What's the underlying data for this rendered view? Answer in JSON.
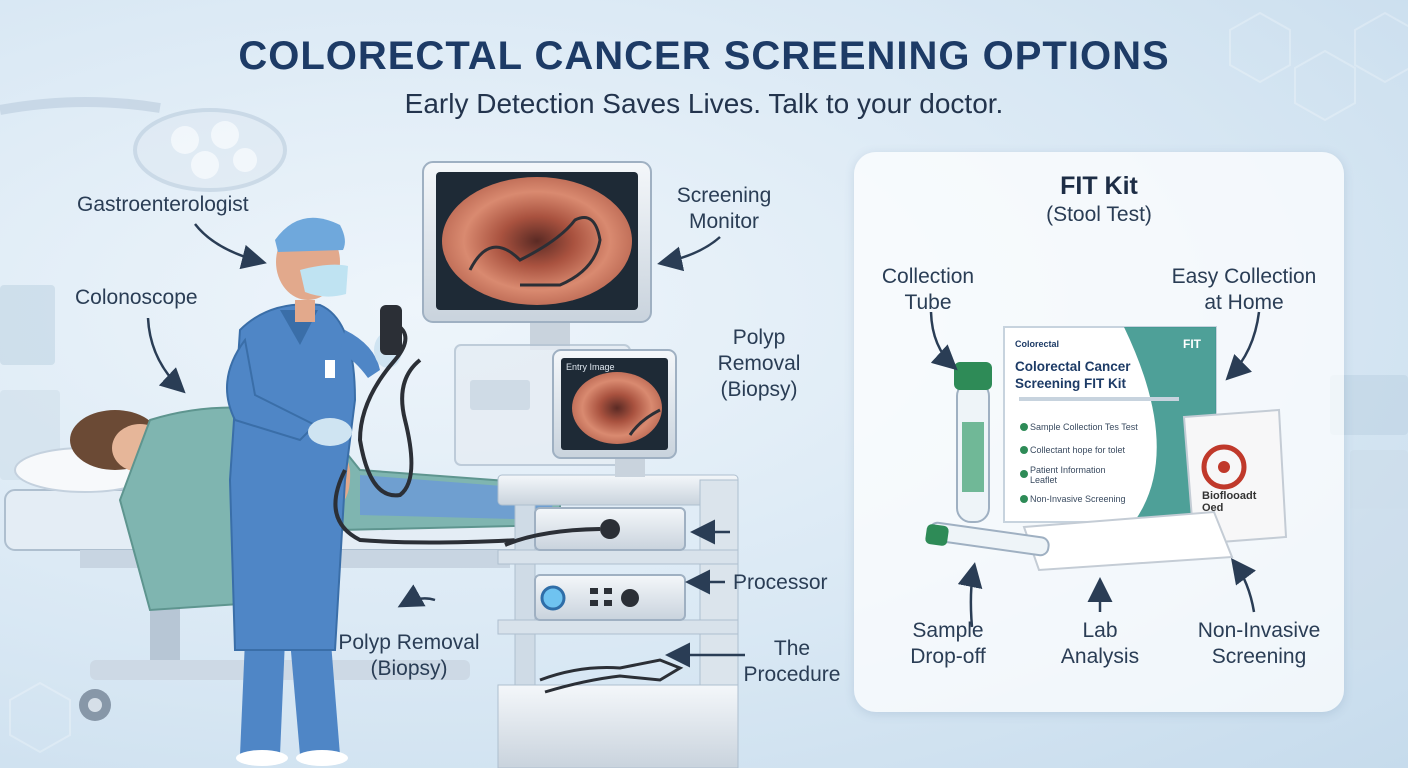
{
  "header": {
    "title": "COLORECTAL CANCER SCREENING OPTIONS",
    "subtitle": "Early Detection Saves Lives. Talk to your doctor."
  },
  "procedure_labels": {
    "gastroenterologist": "Gastroenterologist",
    "colonoscope": "Colonoscope",
    "screening_monitor": [
      "Screening",
      "Monitor"
    ],
    "polyp_removal_top": [
      "Polyp",
      "Removal",
      "(Biopsy)"
    ],
    "processor": "Processor",
    "polyp_removal_bottom": [
      "Polyp Removal",
      "(Biopsy)"
    ],
    "the_procedure": [
      "The",
      "Procedure"
    ]
  },
  "fit_panel": {
    "title": "FIT Kit",
    "subtitle": "(Stool Test)",
    "collection_tube": [
      "Collection",
      "Tube"
    ],
    "easy_collection": [
      "Easy Collection",
      "at Home"
    ],
    "sample_dropoff": [
      "Sample",
      "Drop-off"
    ],
    "lab_analysis": [
      "Lab",
      "Analysis"
    ],
    "non_invasive": [
      "Non-Invasive",
      "Screening"
    ],
    "box": {
      "brand": "Colorectal",
      "badge": "FIT",
      "title": [
        "Colorectal Cancer",
        "Screening FIT Kit"
      ],
      "item1": "Sample Collection Tes Test",
      "item2": "Collectant hope for tolet",
      "item3": [
        "Patient Information",
        "Leaflet"
      ],
      "item4": "Non-Invasive Screening"
    },
    "bag_label": [
      "Bioflooadt",
      "Oed"
    ]
  },
  "monitor_small_label": "Entry Image",
  "colors": {
    "title": "#1d3b66",
    "scrubs": "#4f86c6",
    "drape": "#7fb5b0",
    "tissue": "#c8735f",
    "accent_green": "#2e8b57"
  }
}
